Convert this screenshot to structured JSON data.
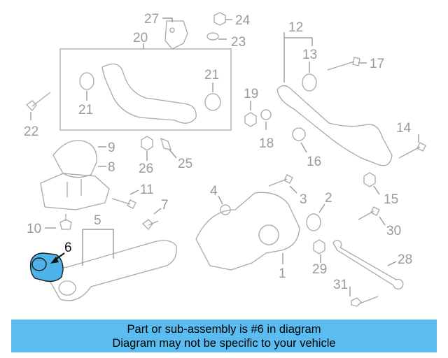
{
  "diagram": {
    "callouts": [
      "27",
      "24",
      "23",
      "20",
      "12",
      "13",
      "17",
      "21",
      "21",
      "19",
      "22",
      "18",
      "14",
      "16",
      "9",
      "26",
      "25",
      "8",
      "11",
      "15",
      "7",
      "3",
      "4",
      "2",
      "10",
      "5",
      "30",
      "6",
      "1",
      "29",
      "28",
      "31"
    ],
    "highlighted_callout": "6"
  },
  "banner": {
    "line1": "Part or sub-assembly is #6 in diagram",
    "line2": "Diagram may not be specific to your vehicle"
  },
  "colors": {
    "highlight": "#4fb2e8",
    "banner": "#5bbcf0",
    "linework": "#a8a8a8"
  }
}
